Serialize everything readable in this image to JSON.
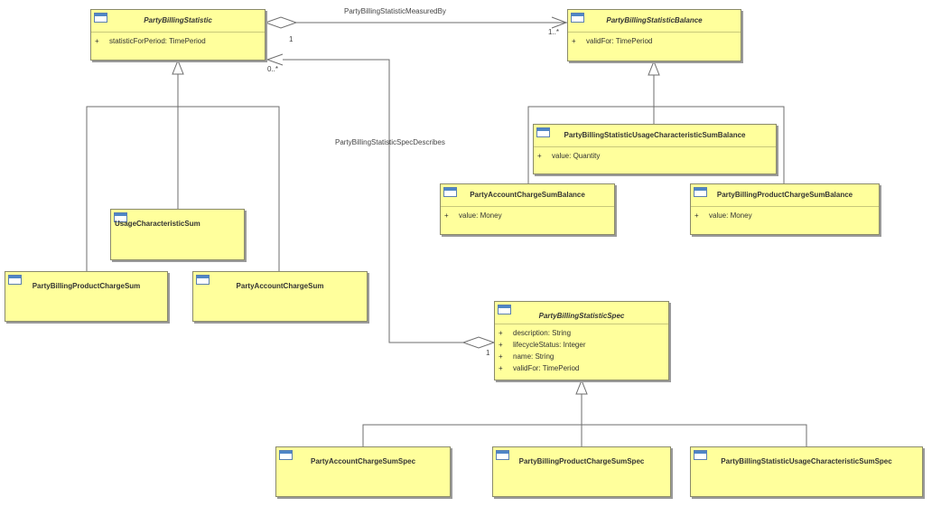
{
  "classes": {
    "party_billing_statistic": {
      "name": "PartyBillingStatistic",
      "attributes": [
        {
          "visibility": "+",
          "text": "statisticForPeriod: TimePeriod"
        }
      ]
    },
    "party_billing_statistic_balance": {
      "name": "PartyBillingStatisticBalance",
      "attributes": [
        {
          "visibility": "+",
          "text": "validFor: TimePeriod"
        }
      ]
    },
    "usage_characteristic_sum_balance": {
      "name": "PartyBillingStatisticUsageCharacteristicSumBalance",
      "attributes": [
        {
          "visibility": "+",
          "text": "value: Quantity"
        }
      ]
    },
    "account_charge_sum_balance": {
      "name": "PartyAccountChargeSumBalance",
      "attributes": [
        {
          "visibility": "+",
          "text": "value: Money"
        }
      ]
    },
    "product_charge_sum_balance": {
      "name": "PartyBillingProductChargeSumBalance",
      "attributes": [
        {
          "visibility": "+",
          "text": "value: Money"
        }
      ]
    },
    "usage_characteristic_sum": {
      "name": "UsageCharacteristicSum"
    },
    "product_charge_sum": {
      "name": "PartyBillingProductChargeSum"
    },
    "account_charge_sum": {
      "name": "PartyAccountChargeSum"
    },
    "statistic_spec": {
      "name": "PartyBillingStatisticSpec",
      "attributes": [
        {
          "visibility": "+",
          "text": "description: String"
        },
        {
          "visibility": "+",
          "text": "lifecycleStatus: Integer"
        },
        {
          "visibility": "+",
          "text": "name: String"
        },
        {
          "visibility": "+",
          "text": "validFor: TimePeriod"
        }
      ]
    },
    "account_charge_sum_spec": {
      "name": "PartyAccountChargeSumSpec"
    },
    "product_charge_sum_spec": {
      "name": "PartyBillingProductChargeSumSpec"
    },
    "usage_characteristic_sum_spec": {
      "name": "PartyBillingStatisticUsageCharacteristicSumSpec"
    }
  },
  "associations": {
    "measured_by": {
      "label": "PartyBillingStatisticMeasuredBy",
      "source_multiplicity": "1",
      "target_multiplicity": "1..*"
    },
    "spec_describes": {
      "label": "PartyBillingStatisticSpecDescribes",
      "source_multiplicity": "1",
      "target_multiplicity": "0..*"
    }
  }
}
